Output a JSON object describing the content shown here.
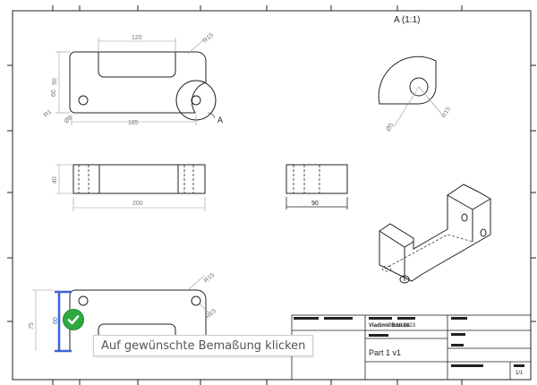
{
  "detail_view": {
    "label": "A (1:1)"
  },
  "section_marker": "A",
  "dimensions": {
    "top_width": "120",
    "top_radius": "R15",
    "height_total": "90",
    "height_inner": "60",
    "overall_len": "185",
    "hole_small": "Ø8",
    "radius_left": "R1",
    "front_height": "40",
    "front_len": "200",
    "side_width": "90",
    "detail_dia": "Ø5",
    "detail_r": "R15",
    "selected_height": "75",
    "selected_value": "60",
    "bottom_r": "R15",
    "bottom_r2": "R15"
  },
  "tooltip": {
    "text": "Auf gewünschte Bemaßung klicken"
  },
  "title_block": {
    "author": "Vladimir Brucke",
    "date": "06.10.2023",
    "part_name": "Part 1 v1",
    "sheet": "1/1"
  },
  "icons": {
    "check": "checkmark-icon"
  },
  "colors": {
    "selection": "#3a63d8",
    "confirm": "#2eaa3f"
  }
}
